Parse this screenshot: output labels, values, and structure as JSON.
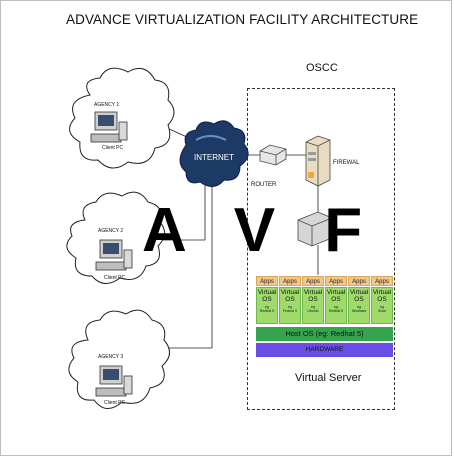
{
  "title": "ADVANCE VIRTUALIZATION FACILITY ARCHITECTURE",
  "oscc_label": "OSCC",
  "internet_label": "INTERNET",
  "router_label": "ROUTER",
  "firewall_label": "FIREWAL",
  "overlay_letters": "A V F",
  "agencies": [
    {
      "name": "AGENCY 1",
      "client": "Client PC"
    },
    {
      "name": "AGENCY 2",
      "client": "Client PC"
    },
    {
      "name": "AGENCY 3",
      "client": "Client PC"
    }
  ],
  "virtual_server": {
    "apps": [
      "Apps",
      "Apps",
      "Apps",
      "Apps",
      "Apps",
      "Apps"
    ],
    "vms": [
      {
        "label": "Virtual OS",
        "eg": "eg",
        "os": "Redhat 5"
      },
      {
        "label": "Virtual OS",
        "eg": "eg",
        "os": "Fedora 9"
      },
      {
        "label": "Virtual OS",
        "eg": "eg",
        "os": "Ubuntu"
      },
      {
        "label": "Virtual OS",
        "eg": "eg",
        "os": "Redhat 5"
      },
      {
        "label": "Virtual OS",
        "eg": "eg",
        "os": "Windows"
      },
      {
        "label": "Virtual OS",
        "eg": "eg",
        "os": "Suse"
      }
    ],
    "host_os": "Host OS (eg: Redhat 5)",
    "hardware": "HARDWARE",
    "label": "Virtual Server"
  }
}
